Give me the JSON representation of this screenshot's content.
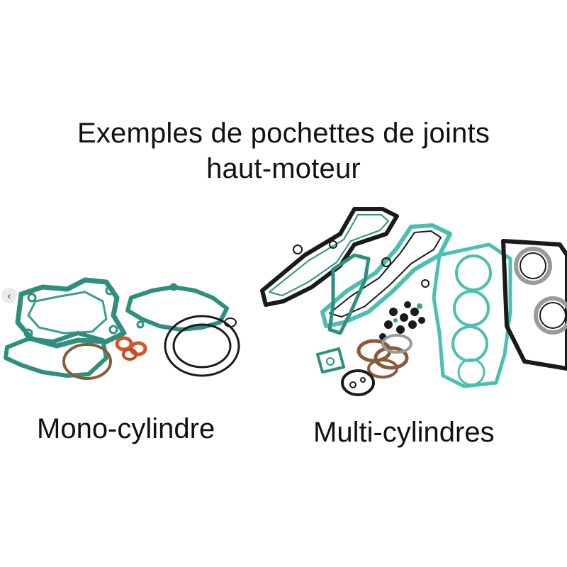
{
  "title": {
    "line1": "Exemples de pochettes de joints",
    "line2": "haut-moteur"
  },
  "captions": {
    "mono": "Mono-cylindre",
    "multi": "Multi-cylindres"
  },
  "nav": {
    "prev_icon": "chevron-left-icon",
    "prev_glyph": "‹"
  },
  "colors": {
    "gasket_green": "#2f8f7f",
    "gasket_teal": "#4cc0b0",
    "gasket_dark": "#1a1a1a",
    "seal_orange": "#d8552a",
    "seal_brown": "#8a5a3a",
    "metal_grey": "#9a9a9a"
  }
}
